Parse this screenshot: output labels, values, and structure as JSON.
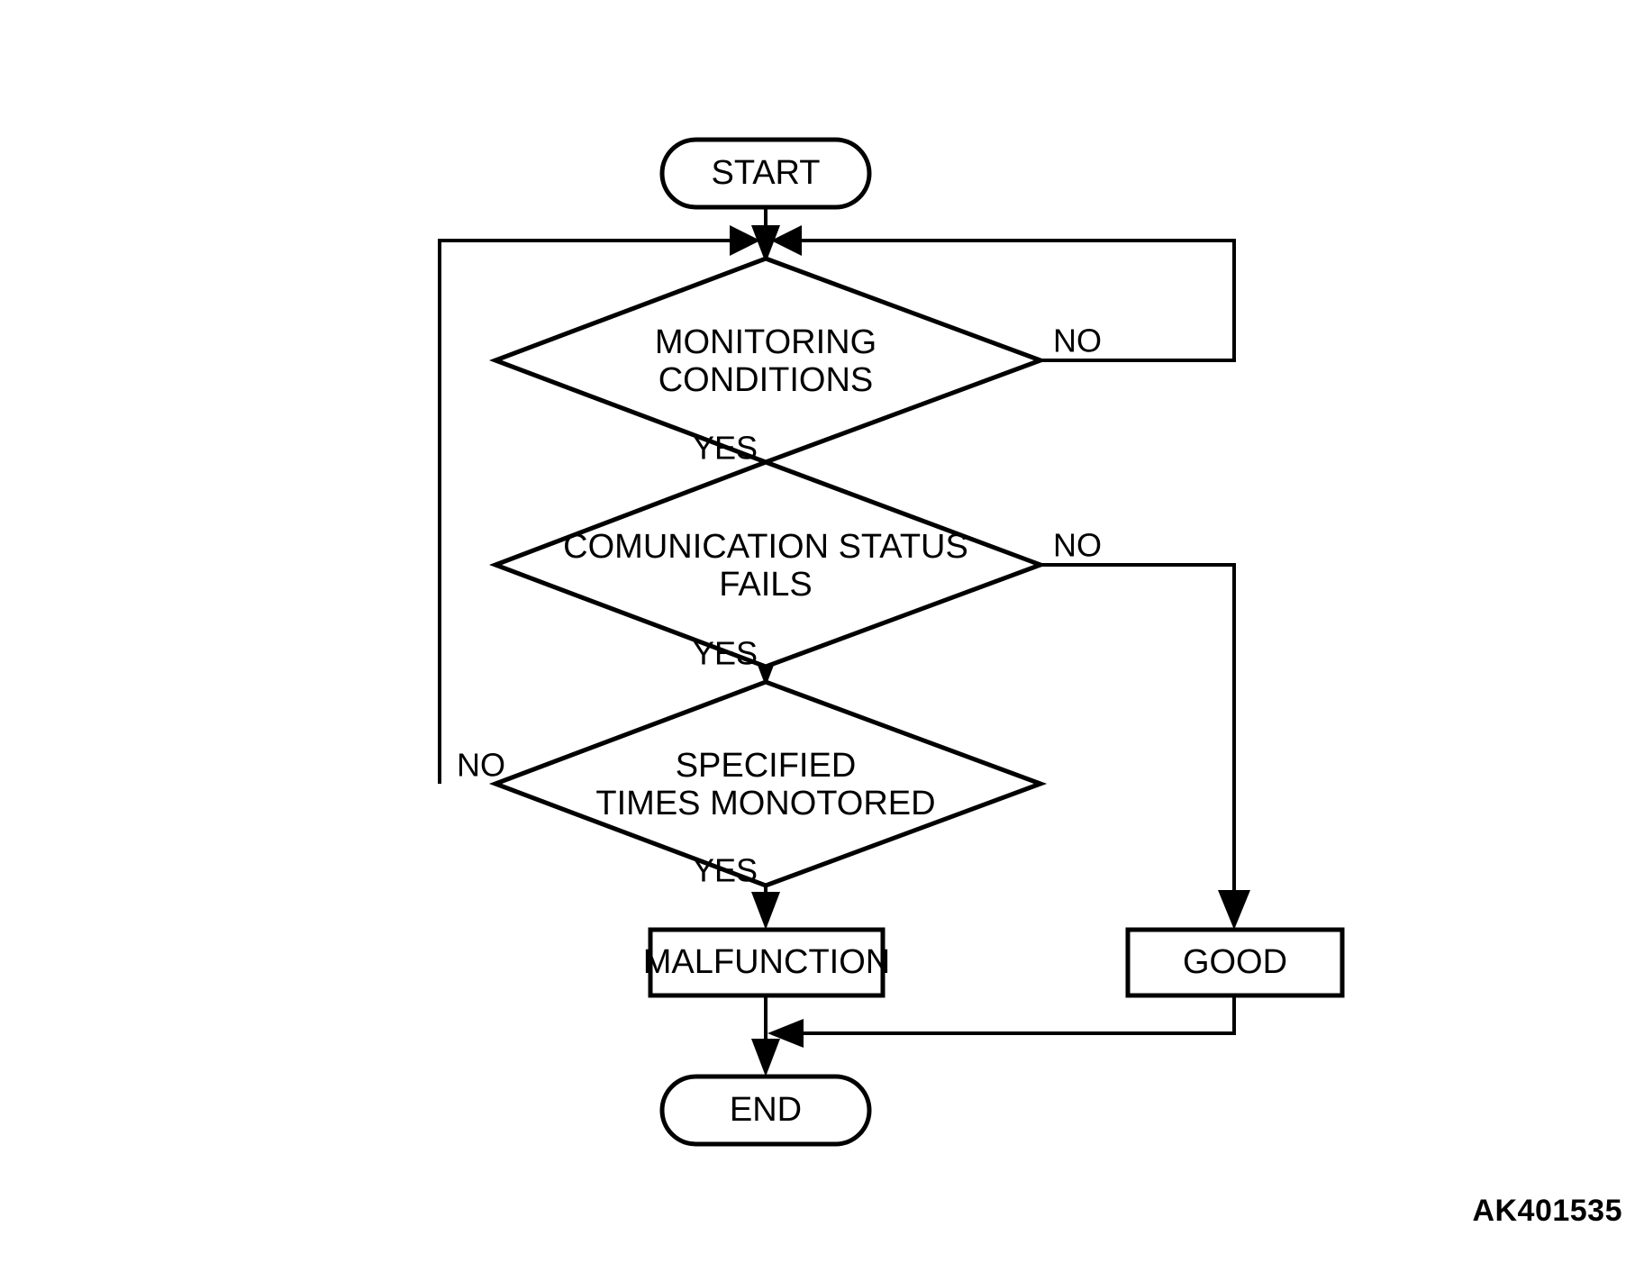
{
  "diagram": {
    "type": "flowchart",
    "title": "",
    "nodes": {
      "start": {
        "label": "START",
        "shape": "terminator"
      },
      "decision_1": {
        "label_line1": "MONITORING",
        "label_line2": "CONDITIONS",
        "shape": "decision"
      },
      "decision_2": {
        "label_line1": "COMUNICATION STATUS",
        "label_line2": "FAILS",
        "shape": "decision"
      },
      "decision_3": {
        "label_line1": "SPECIFIED",
        "label_line2": "TIMES MONOTORED",
        "shape": "decision"
      },
      "malfunction": {
        "label": "MALFUNCTION",
        "shape": "process"
      },
      "good": {
        "label": "GOOD",
        "shape": "process"
      },
      "end": {
        "label": "END",
        "shape": "terminator"
      }
    },
    "edge_labels": {
      "d1_no": "NO",
      "d1_yes": "YES",
      "d2_no": "NO",
      "d2_yes": "YES",
      "d3_no": "NO",
      "d3_yes": "YES"
    },
    "colors": {
      "stroke": "#000000",
      "fill": "#ffffff",
      "text": "#000000",
      "background": "#ffffff"
    }
  },
  "footer": {
    "reference_code": "AK401535"
  }
}
